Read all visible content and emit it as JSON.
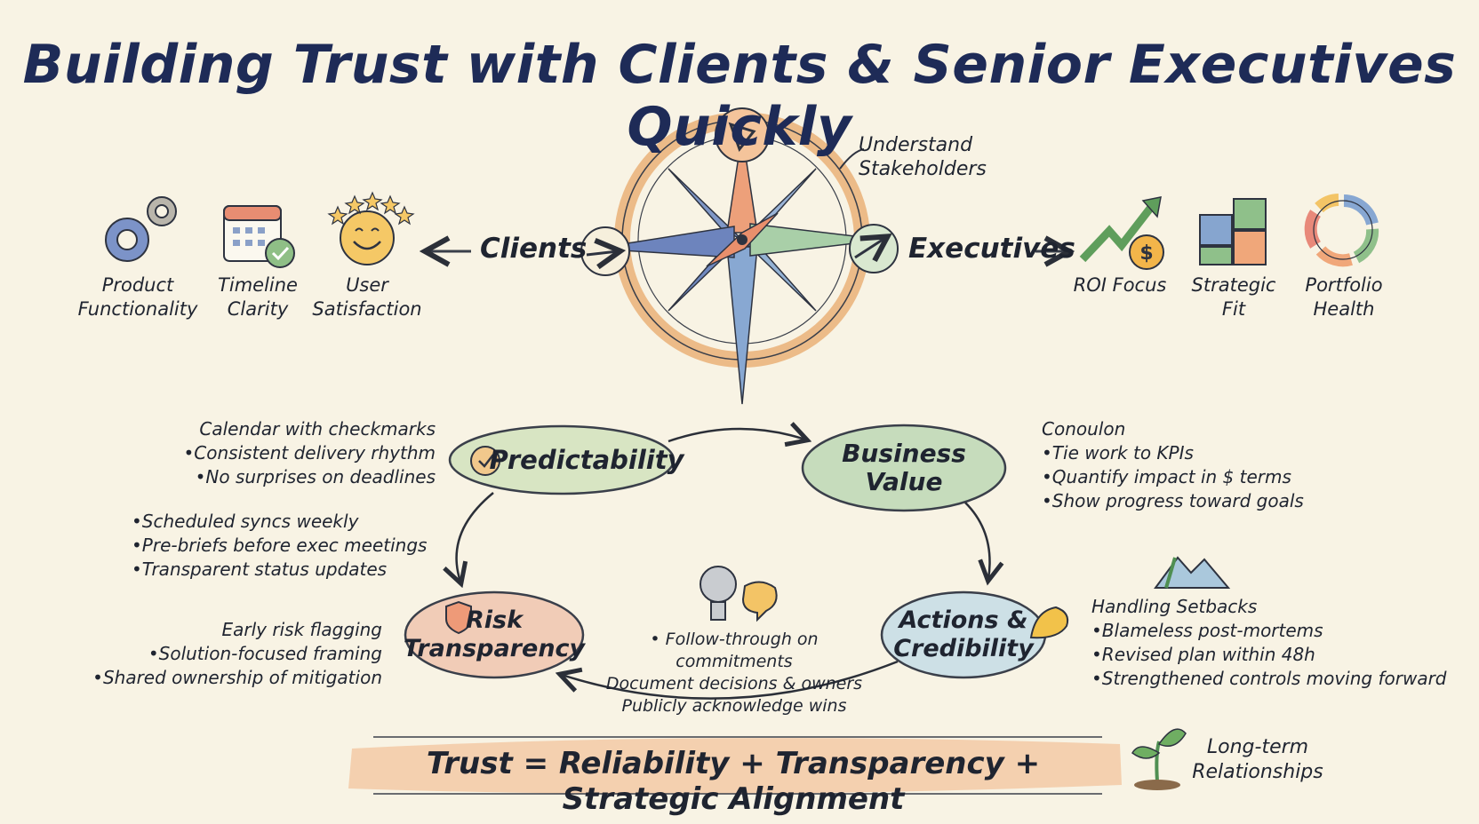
{
  "title": "Building Trust with Clients & Senior Executives Quickly",
  "compass": {
    "north_label": "Understand\nStakeholders"
  },
  "clients": {
    "label": "Clients",
    "items": [
      {
        "label": "Product\nFunctionality",
        "icon": "gears-icon"
      },
      {
        "label": "Timeline\nClarity",
        "icon": "calendar-check-icon"
      },
      {
        "label": "User\nSatisfaction",
        "icon": "smiley-stars-icon"
      }
    ]
  },
  "executives": {
    "label": "Executives",
    "items": [
      {
        "label": "ROI Focus",
        "icon": "growth-dollar-icon"
      },
      {
        "label": "Strategic\nFit",
        "icon": "puzzle-icon"
      },
      {
        "label": "Portfolio\nHealth",
        "icon": "ring-chart-icon"
      }
    ]
  },
  "cycle": {
    "predictability": "Predictability",
    "business_value": "Business\nValue",
    "actions": "Actions &\nCredibility",
    "risk": "Risk\nTransparency"
  },
  "notes": {
    "predictability": {
      "heading": "Calendar with checkmarks",
      "items": [
        "Consistent delivery rhythm",
        "No surprises on deadlines"
      ]
    },
    "communication": {
      "items": [
        "Scheduled syncs weekly",
        "Pre-briefs before exec meetings",
        "Transparent status updates"
      ]
    },
    "risk": {
      "heading": "Early risk flagging",
      "items": [
        "Solution-focused framing",
        "Shared ownership of mitigation"
      ]
    },
    "business_value": {
      "heading": "Conoulon",
      "items": [
        "Tie work to KPIs",
        "Quantify impact in $ terms",
        "Show progress toward goals"
      ]
    },
    "followthrough": {
      "items": [
        "Follow-through on commitments",
        "Document decisions & owners",
        "Publicly acknowledge wins"
      ]
    },
    "setbacks": {
      "heading": "Handling Setbacks",
      "items": [
        "Blameless post-mortems",
        "Revised plan within 48h",
        "Strengthened controls moving forward"
      ]
    }
  },
  "formula": "Trust = Reliability + Transparency + Strategic Alignment",
  "long_term": "Long-term\nRelationships",
  "colors": {
    "title": "#1e2b57",
    "background": "#f8f3e4",
    "predictability_fill": "#d9e6c4",
    "business_value_fill": "#c9dfc0",
    "actions_fill": "#cfe0e6",
    "risk_fill": "#f2cdb8",
    "formula_highlight": "#f3c49d",
    "compass_ring": "#e6a668"
  }
}
